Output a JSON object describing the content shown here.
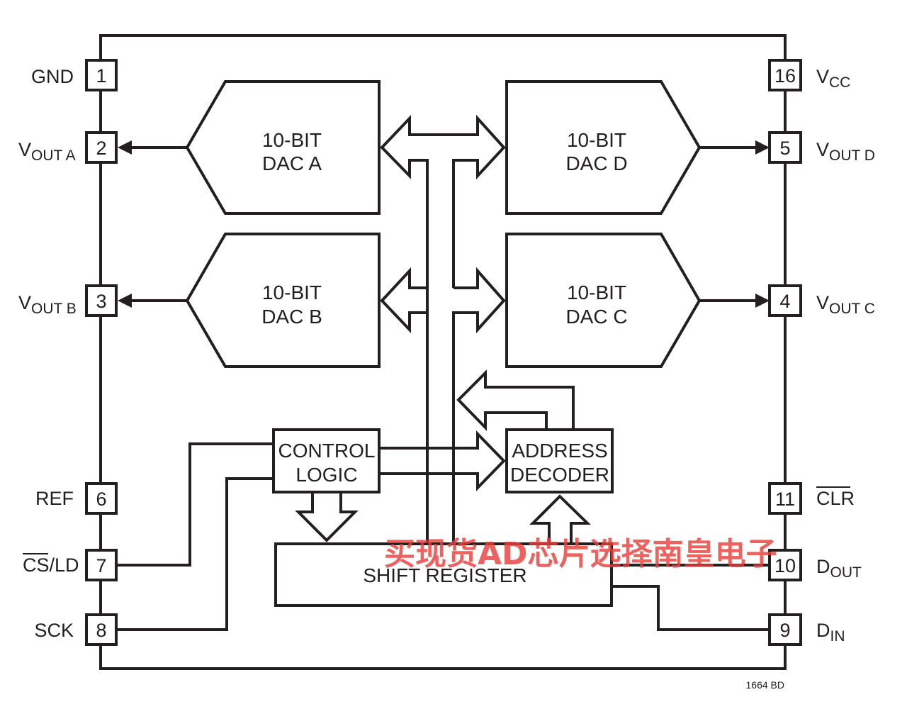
{
  "pins": {
    "gnd": {
      "num": "1",
      "name": "GND"
    },
    "vcc": {
      "num": "16",
      "name": "V",
      "sub": "CC"
    },
    "vouta": {
      "num": "2",
      "name": "V",
      "sub": "OUT A"
    },
    "voutb": {
      "num": "3",
      "name": "V",
      "sub": "OUT B"
    },
    "voutd": {
      "num": "5",
      "name": "V",
      "sub": "OUT D"
    },
    "voutc": {
      "num": "4",
      "name": "V",
      "sub": "OUT C"
    },
    "ref": {
      "num": "6",
      "name": "REF"
    },
    "csld": {
      "num": "7",
      "name_over": "CS",
      "name_rest": "/LD"
    },
    "sck": {
      "num": "8",
      "name": "SCK"
    },
    "clr": {
      "num": "11",
      "name_over": "CLR"
    },
    "dout": {
      "num": "10",
      "name": "D",
      "sub": "OUT"
    },
    "din": {
      "num": "9",
      "name": "D",
      "sub": "IN"
    }
  },
  "blocks": {
    "daca": {
      "line1": "10-BIT",
      "line2": "DAC A"
    },
    "dacb": {
      "line1": "10-BIT",
      "line2": "DAC B"
    },
    "dacd": {
      "line1": "10-BIT",
      "line2": "DAC D"
    },
    "dacc": {
      "line1": "10-BIT",
      "line2": "DAC C"
    },
    "control": {
      "line1": "CONTROL",
      "line2": "LOGIC"
    },
    "address": {
      "line1": "ADDRESS",
      "line2": "DECODER"
    },
    "shift": {
      "label": "SHIFT REGISTER"
    }
  },
  "watermark": "买现货AD芯片选择南皇电子",
  "figure_code": "1664 BD"
}
